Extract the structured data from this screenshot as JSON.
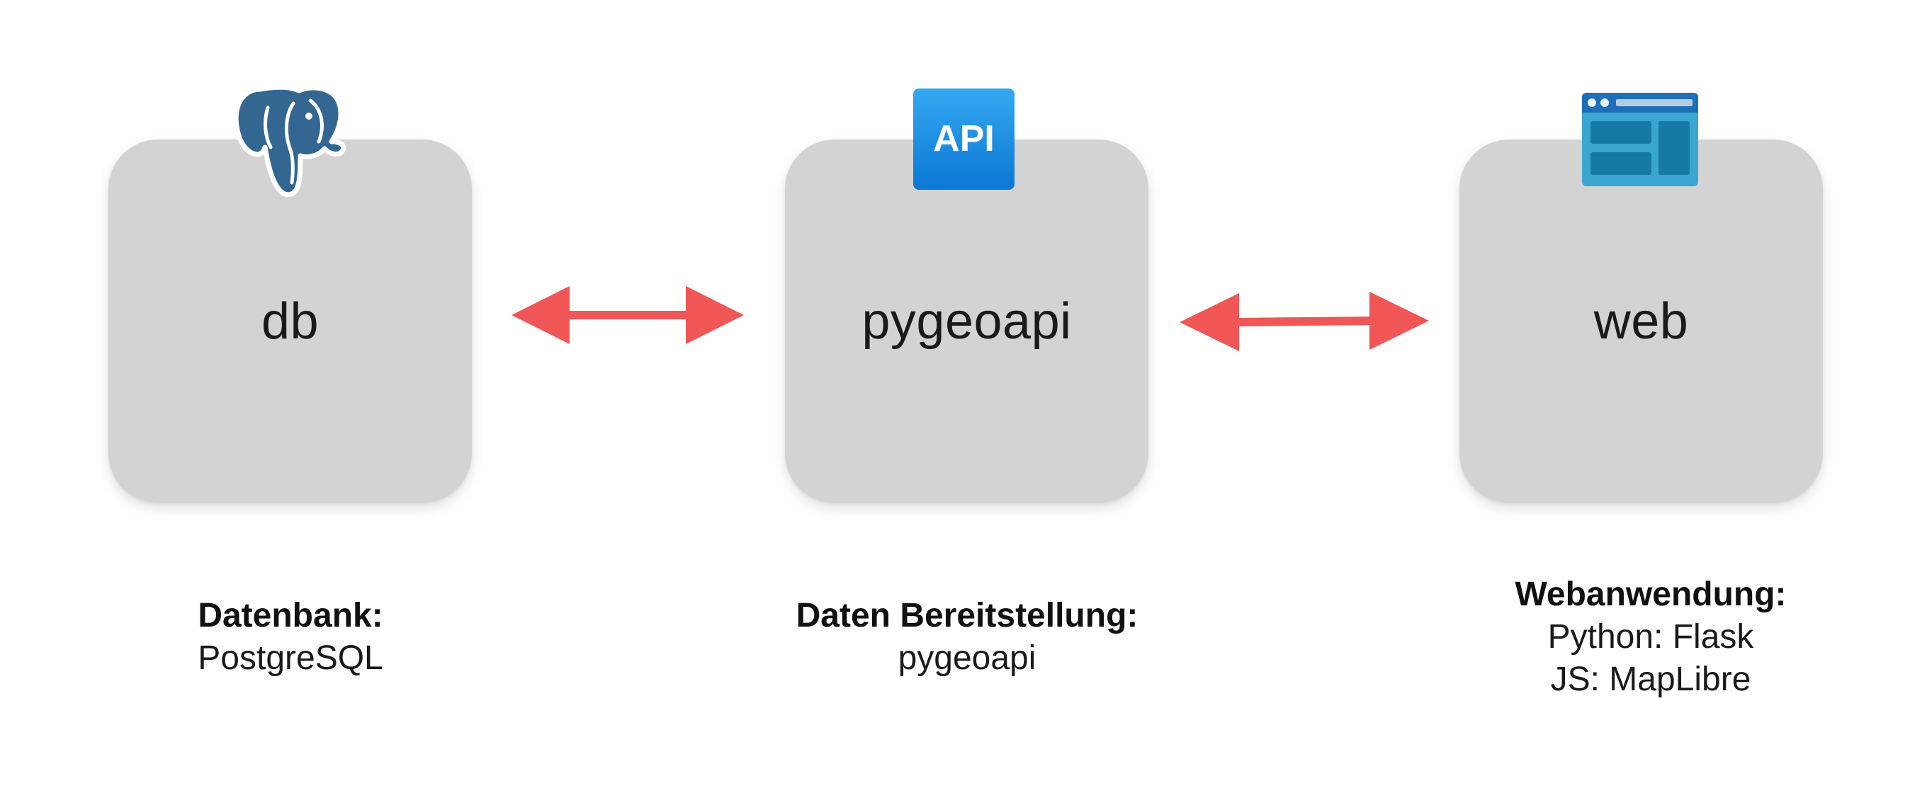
{
  "boxes": {
    "db": {
      "label": "db",
      "icon": "postgresql-elephant-icon"
    },
    "api": {
      "label": "pygeoapi",
      "icon": "api-icon",
      "icon_text": "API"
    },
    "web": {
      "label": "web",
      "icon": "web-app-window-icon"
    }
  },
  "arrows": [
    {
      "type": "bidirectional",
      "from": "db",
      "to": "pygeoapi",
      "color": "#f05656"
    },
    {
      "type": "bidirectional",
      "from": "pygeoapi",
      "to": "web",
      "color": "#f05656"
    }
  ],
  "captions": {
    "db": {
      "title": "Datenbank:",
      "lines": [
        "PostgreSQL"
      ]
    },
    "api": {
      "title": "Daten Bereitstellung:",
      "lines": [
        "pygeoapi"
      ]
    },
    "web": {
      "title": "Webanwendung:",
      "lines": [
        "Python: Flask",
        "JS: MapLibre"
      ]
    }
  },
  "colors": {
    "box_fill": "#d3d3d3",
    "arrow": "#f05656",
    "postgres_blue": "#336791",
    "api_blue": "#1e8fe0",
    "web_blue": "#3aa6d0"
  }
}
